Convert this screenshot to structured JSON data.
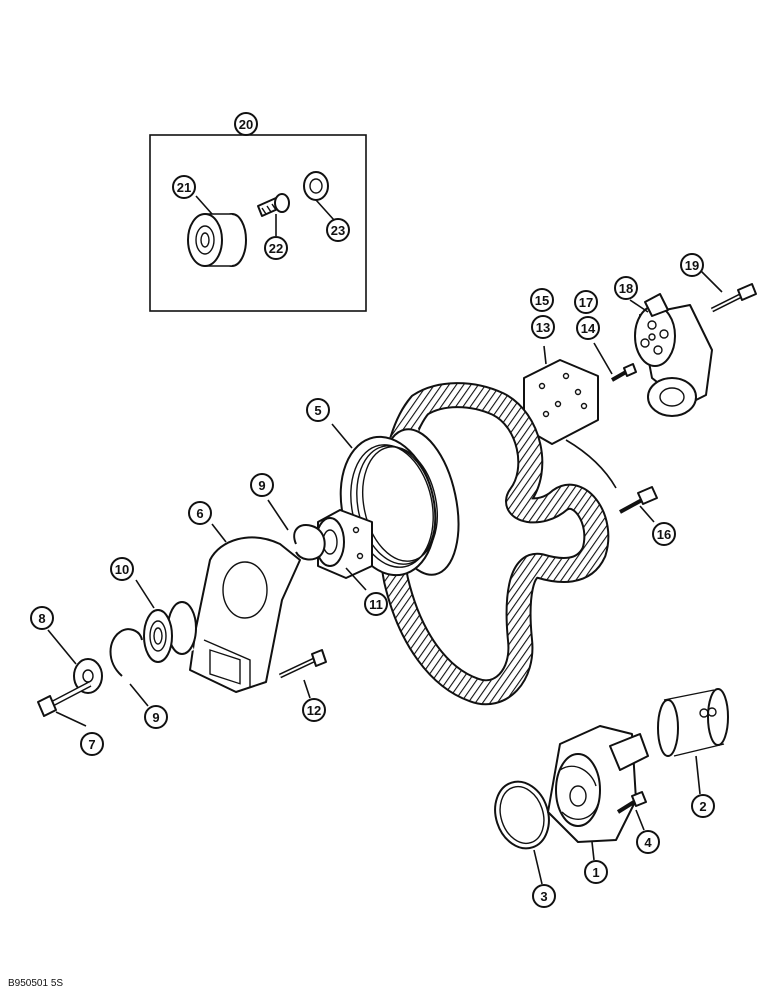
{
  "callouts": [
    {
      "id": "c1",
      "label": "1"
    },
    {
      "id": "c2",
      "label": "2"
    },
    {
      "id": "c3",
      "label": "3"
    },
    {
      "id": "c4",
      "label": "4"
    },
    {
      "id": "c5",
      "label": "5"
    },
    {
      "id": "c6",
      "label": "6"
    },
    {
      "id": "c7",
      "label": "7"
    },
    {
      "id": "c8",
      "label": "8"
    },
    {
      "id": "c9a",
      "label": "9"
    },
    {
      "id": "c9b",
      "label": "9"
    },
    {
      "id": "c10",
      "label": "10"
    },
    {
      "id": "c11",
      "label": "11"
    },
    {
      "id": "c12",
      "label": "12"
    },
    {
      "id": "c13",
      "label": "13"
    },
    {
      "id": "c14",
      "label": "14"
    },
    {
      "id": "c15",
      "label": "15"
    },
    {
      "id": "c16",
      "label": "16"
    },
    {
      "id": "c17",
      "label": "17"
    },
    {
      "id": "c18",
      "label": "18"
    },
    {
      "id": "c19",
      "label": "19"
    },
    {
      "id": "c20",
      "label": "20"
    },
    {
      "id": "c21",
      "label": "21"
    },
    {
      "id": "c22",
      "label": "22"
    },
    {
      "id": "c23",
      "label": "23"
    }
  ],
  "reference_code": "B950501 5S"
}
